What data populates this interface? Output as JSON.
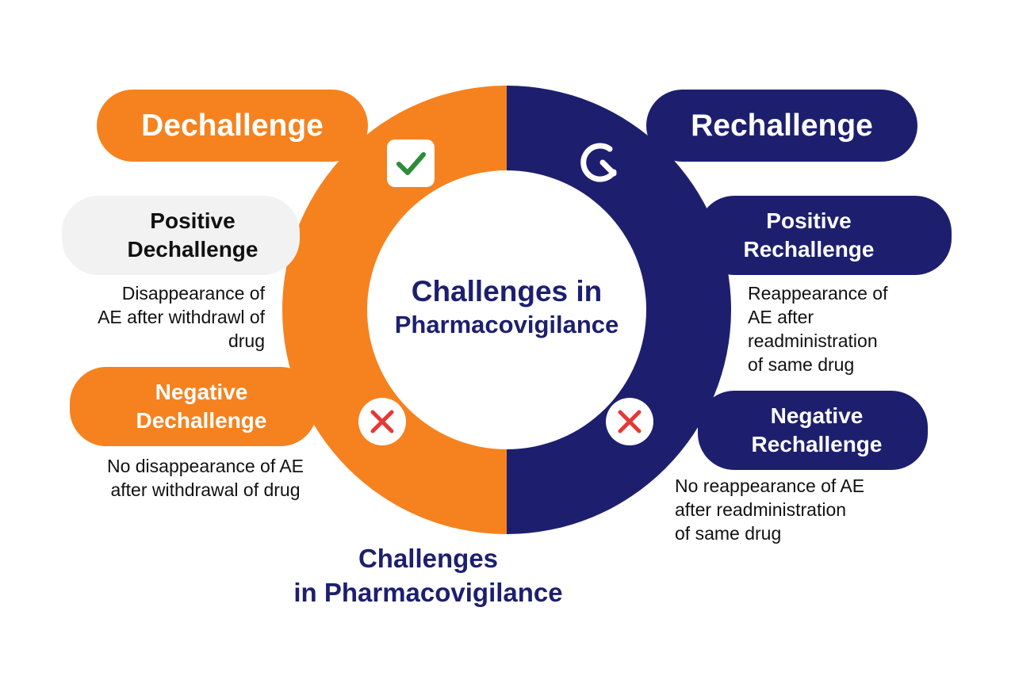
{
  "center": {
    "line1": "Challenges in",
    "line2": "Pharmacovigilance"
  },
  "left": {
    "header": "Dechallenge",
    "positive": {
      "line1": "Positive",
      "line2": "Dechallenge"
    },
    "positive_desc": [
      "Disappearance of",
      "AE after withdrawl of",
      "drug"
    ],
    "negative": {
      "line1": "Negative",
      "line2": "Dechallenge"
    },
    "negative_desc": [
      "No disappearance of AE",
      "after withdrawal of drug"
    ]
  },
  "right": {
    "header": "Rechallenge",
    "positive": {
      "line1": "Positive",
      "line2": "Rechallenge"
    },
    "positive_desc": [
      "Reappearance of",
      "AE after",
      "readministration",
      "of same drug"
    ],
    "negative": {
      "line1": "Negative",
      "line2": "Rechallenge"
    },
    "negative_desc": [
      "No reappearance of AE",
      "after readministration",
      "of same drug"
    ]
  },
  "bottom_title": {
    "line1": "Challenges",
    "line2": "in Pharmacovigilance"
  },
  "colors": {
    "orange": "#F5821F",
    "navy": "#1D1F6E",
    "light_gray": "#F2F2F2",
    "check_green": "#2E8B3A",
    "x_red": "#E53935"
  },
  "icons": [
    "check-icon",
    "refresh-icon",
    "x-icon"
  ]
}
